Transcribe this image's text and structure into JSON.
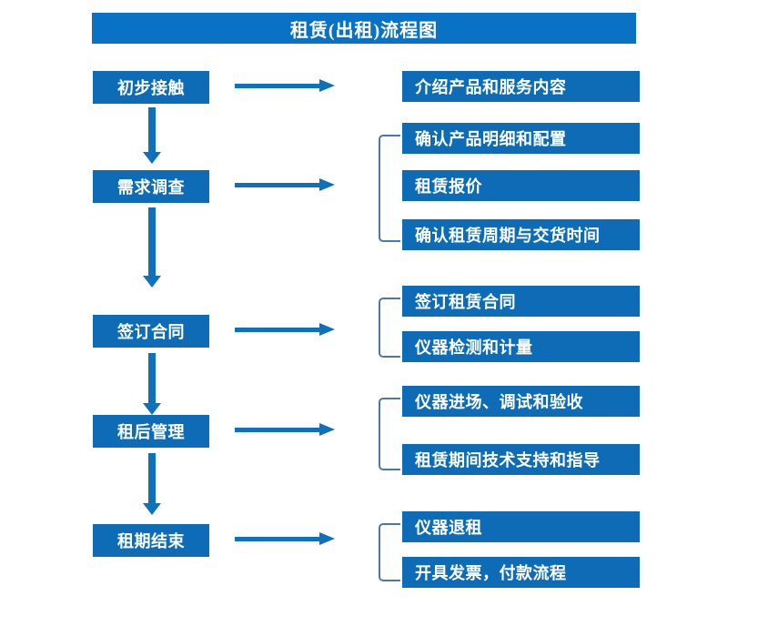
{
  "diagram": {
    "title": "租赁(出租)流程图",
    "colors": {
      "title_bar": "#0a72c4",
      "box_fill": "#0d6cb5",
      "arrow": "#1071bb",
      "bracket": "#4a77b4",
      "box_text": "#ffffff",
      "background": "#ffffff"
    },
    "stages": [
      {
        "id": "stage-1",
        "label": "初步接触",
        "details": [
          "介绍产品和服务内容"
        ],
        "bracketed": false
      },
      {
        "id": "stage-2",
        "label": "需求调查",
        "details": [
          "确认产品明细和配置",
          "租赁报价",
          "确认租赁周期与交货时间"
        ],
        "bracketed": true
      },
      {
        "id": "stage-3",
        "label": "签订合同",
        "details": [
          "签订租赁合同",
          "仪器检测和计量"
        ],
        "bracketed": true
      },
      {
        "id": "stage-4",
        "label": "租后管理",
        "details": [
          "仪器进场、调试和验收",
          "租赁期间技术支持和指导"
        ],
        "bracketed": true
      },
      {
        "id": "stage-5",
        "label": "租期结束",
        "details": [
          "仪器退租",
          "开具发票，付款流程"
        ],
        "bracketed": true
      }
    ],
    "connectors": {
      "vertical_arrow_count": 4,
      "horizontal_arrow_count": 5,
      "direction": "top-to-bottom"
    }
  }
}
